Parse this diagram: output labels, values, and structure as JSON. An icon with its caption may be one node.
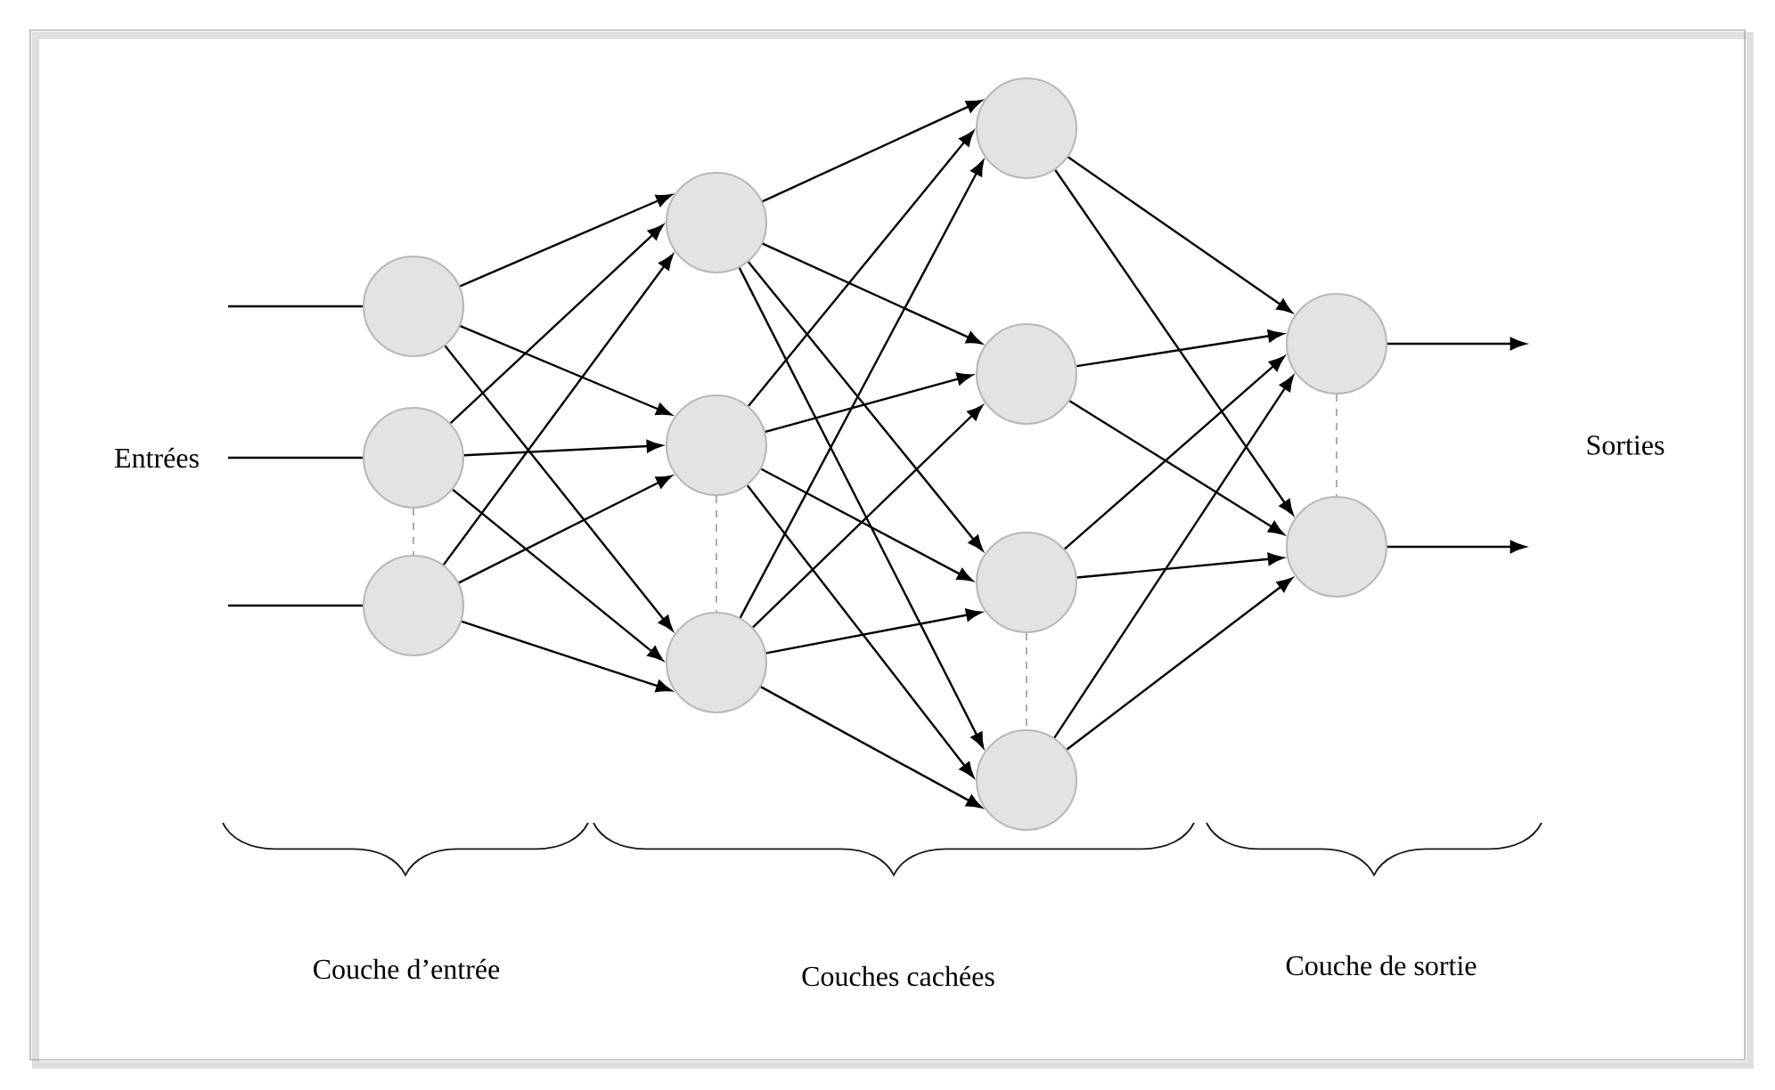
{
  "diagram": {
    "nodes": [
      {
        "text": [],
        "shape": "circle"
      },
      {
        "text": [],
        "shape": "circle"
      },
      {
        "text": [],
        "shape": "circle"
      },
      {
        "text": [],
        "shape": "circle"
      },
      {
        "text": [],
        "shape": "circle"
      },
      {
        "text": [],
        "shape": "circle"
      },
      {
        "text": [],
        "shape": "circle"
      },
      {
        "text": [],
        "shape": "circle"
      },
      {
        "text": [],
        "shape": "circle"
      },
      {
        "text": [],
        "shape": "circle"
      },
      {
        "text": [],
        "shape": "circle"
      },
      {
        "text": [],
        "shape": "circle"
      }
    ],
    "edges": [
      {
        "from": null,
        "to": 0,
        "arrow": "none"
      },
      {
        "from": null,
        "to": 1,
        "arrow": "none"
      },
      {
        "from": null,
        "to": 2,
        "arrow": "none"
      },
      {
        "from": 0,
        "to": 3,
        "arrow": "to"
      },
      {
        "from": 0,
        "to": 4,
        "arrow": "to"
      },
      {
        "from": 0,
        "to": 5,
        "arrow": "to"
      },
      {
        "from": 1,
        "to": 3,
        "arrow": "to"
      },
      {
        "from": 1,
        "to": 4,
        "arrow": "to"
      },
      {
        "from": 1,
        "to": 5,
        "arrow": "to"
      },
      {
        "from": 2,
        "to": 3,
        "arrow": "to"
      },
      {
        "from": 2,
        "to": 4,
        "arrow": "to"
      },
      {
        "from": 2,
        "to": 5,
        "arrow": "to"
      },
      {
        "from": 3,
        "to": 6,
        "arrow": "to"
      },
      {
        "from": 3,
        "to": 7,
        "arrow": "to"
      },
      {
        "from": 3,
        "to": 8,
        "arrow": "to"
      },
      {
        "from": 3,
        "to": 9,
        "arrow": "to"
      },
      {
        "from": 4,
        "to": 6,
        "arrow": "to"
      },
      {
        "from": 4,
        "to": 7,
        "arrow": "to"
      },
      {
        "from": 4,
        "to": 8,
        "arrow": "to"
      },
      {
        "from": 4,
        "to": 9,
        "arrow": "to"
      },
      {
        "from": 5,
        "to": 6,
        "arrow": "to"
      },
      {
        "from": 5,
        "to": 7,
        "arrow": "to"
      },
      {
        "from": 5,
        "to": 8,
        "arrow": "to"
      },
      {
        "from": 5,
        "to": 9,
        "arrow": "to"
      },
      {
        "from": 6,
        "to": 10,
        "arrow": "to"
      },
      {
        "from": 6,
        "to": 11,
        "arrow": "to"
      },
      {
        "from": 7,
        "to": 10,
        "arrow": "to"
      },
      {
        "from": 7,
        "to": 11,
        "arrow": "to"
      },
      {
        "from": 8,
        "to": 10,
        "arrow": "to"
      },
      {
        "from": 8,
        "to": 11,
        "arrow": "to"
      },
      {
        "from": 9,
        "to": 10,
        "arrow": "to"
      },
      {
        "from": 9,
        "to": 11,
        "arrow": "to"
      },
      {
        "from": 10,
        "to": null,
        "arrow": "to"
      },
      {
        "from": 11,
        "to": null,
        "arrow": "to"
      },
      {
        "from": 1,
        "to": 2,
        "arrow": "none",
        "style": "dashed",
        "color": "#999999"
      },
      {
        "from": 4,
        "to": 5,
        "arrow": "none",
        "style": "dashed",
        "color": "#999999"
      },
      {
        "from": 8,
        "to": 9,
        "arrow": "none",
        "style": "dashed",
        "color": "#999999"
      },
      {
        "from": 10,
        "to": 11,
        "arrow": "none",
        "style": "dashed",
        "color": "#999999"
      }
    ],
    "labels": [
      "Entrées",
      "Sorties",
      "Couche d’entrée",
      "Couches cachées",
      "Couche de sortie"
    ]
  }
}
